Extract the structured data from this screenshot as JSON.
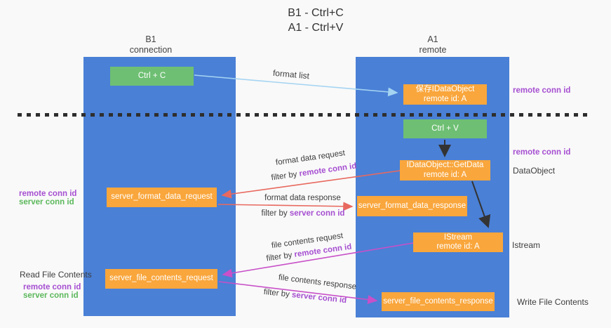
{
  "title": {
    "line1": "B1 - Ctrl+C",
    "line2": "A1 - Ctrl+V"
  },
  "lanes": {
    "left": {
      "header1": "B1",
      "header2": "connection"
    },
    "right": {
      "header1": "A1",
      "header2": "remote"
    }
  },
  "boxes": {
    "ctrl_c": {
      "label": "Ctrl + C"
    },
    "ctrl_v": {
      "label": "Ctrl + V"
    },
    "save_idataobject": {
      "line1": "保存IDataObject",
      "line2": "remote id: A"
    },
    "getdata": {
      "line1": "IDataObject::GetData",
      "line2": "remote id: A"
    },
    "istream": {
      "line1": "IStream",
      "line2": "remote id: A"
    },
    "format_request": {
      "label": "server_format_data_request"
    },
    "format_response": {
      "label": "server_format_data_response"
    },
    "file_request": {
      "label": "server_file_contents_request"
    },
    "file_response": {
      "label": "server_file_contents_response"
    }
  },
  "labels": {
    "format_list": "format list",
    "format_data_request": "format data request",
    "format_data_response": "format data response",
    "file_contents_request": "file contents request",
    "file_contents_response": "file contents response",
    "filter_by": "filter by ",
    "remote_conn_id": "remote conn id",
    "server_conn_id": "server conn id",
    "read_file_contents": "Read File Contents",
    "write_file_contents": "Write File Contents",
    "dataobject": "DataObject",
    "istream": "Istream"
  },
  "colors": {
    "lane_blue": "#4a80d6",
    "box_orange": "#f9a63c",
    "box_green": "#6ebf73",
    "arrow_lightblue": "#a5d4f2",
    "arrow_red": "#e8695f",
    "arrow_magenta": "#c850c8",
    "arrow_black": "#333333",
    "dash_black": "#2e2e2e",
    "text_purple": "#a64fd1",
    "text_green": "#5cb85c",
    "text_dark": "#3d3d3d",
    "background": "#f9f9f9"
  }
}
